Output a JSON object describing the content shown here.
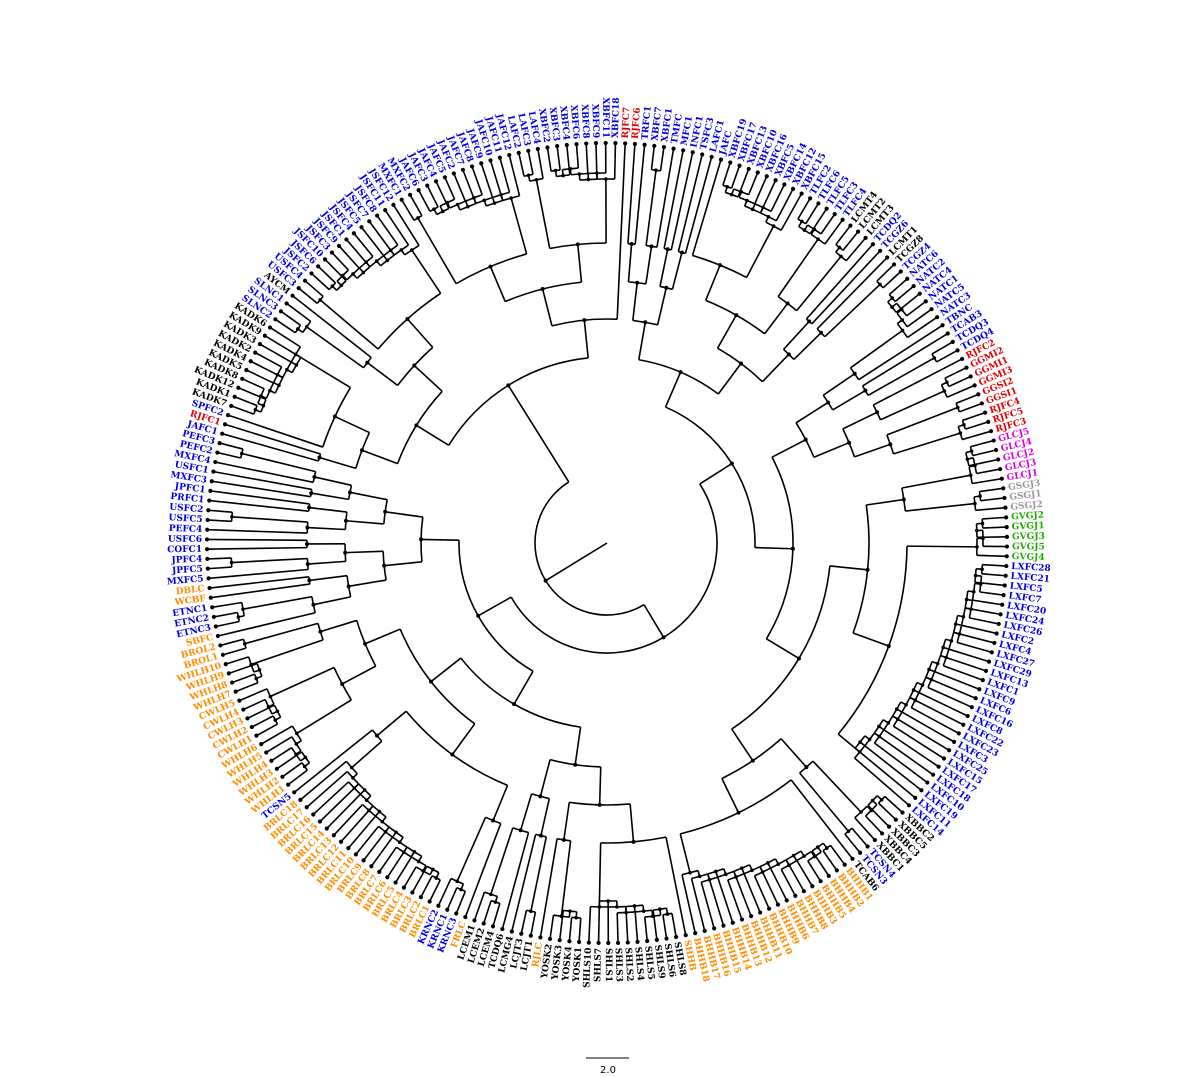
{
  "colors": {
    "black": "#000000",
    "blue": "#0000dd",
    "red": "#dd0000",
    "orange": "#ff8c00",
    "magenta": "#dd00dd",
    "gray": "#999999",
    "green": "#22aa00"
  },
  "scale_bar": {
    "label": "2.0"
  },
  "tips": [
    {
      "t": "RJFC6",
      "c": "red"
    },
    {
      "t": "TRFC1",
      "c": "blue"
    },
    {
      "t": "XBFC7",
      "c": "blue"
    },
    {
      "t": "XBFC1",
      "c": "blue"
    },
    {
      "t": "TMFC",
      "c": "blue"
    },
    {
      "t": "MFC1",
      "c": "blue"
    },
    {
      "t": "INFC1",
      "c": "blue"
    },
    {
      "t": "TSFC3",
      "c": "blue"
    },
    {
      "t": "LAFC1",
      "c": "blue"
    },
    {
      "t": "JAFC",
      "c": "blue"
    },
    {
      "t": "XBFC19",
      "c": "blue"
    },
    {
      "t": "XBFC17",
      "c": "blue"
    },
    {
      "t": "XBFC13",
      "c": "blue"
    },
    {
      "t": "XBFC10",
      "c": "blue"
    },
    {
      "t": "XBFC16",
      "c": "blue"
    },
    {
      "t": "XBFC5",
      "c": "blue"
    },
    {
      "t": "XBFC14",
      "c": "blue"
    },
    {
      "t": "XBFC12",
      "c": "blue"
    },
    {
      "t": "XBFC15",
      "c": "blue"
    },
    {
      "t": "TLFC2",
      "c": "blue"
    },
    {
      "t": "TLFC6",
      "c": "blue"
    },
    {
      "t": "TLFC5",
      "c": "blue"
    },
    {
      "t": "TLFC3",
      "c": "blue"
    },
    {
      "t": "TLFC4",
      "c": "blue"
    },
    {
      "t": "LCMT4",
      "c": "black"
    },
    {
      "t": "LCMT2",
      "c": "black"
    },
    {
      "t": "LCMT3",
      "c": "black"
    },
    {
      "t": "TCDQ2",
      "c": "blue"
    },
    {
      "t": "TCGZ6",
      "c": "blue"
    },
    {
      "t": "LCMT1",
      "c": "black"
    },
    {
      "t": "TCGZ8",
      "c": "black"
    },
    {
      "t": "TCGZ4",
      "c": "blue"
    },
    {
      "t": "NATC6",
      "c": "blue"
    },
    {
      "t": "NATC2",
      "c": "blue"
    },
    {
      "t": "NATC4",
      "c": "blue"
    },
    {
      "t": "NATC1",
      "c": "blue"
    },
    {
      "t": "NATC5",
      "c": "blue"
    },
    {
      "t": "NATC3",
      "c": "blue"
    },
    {
      "t": "TBNC",
      "c": "blue"
    },
    {
      "t": "TCAB3",
      "c": "blue"
    },
    {
      "t": "TCDQ3",
      "c": "blue"
    },
    {
      "t": "TCDQ4",
      "c": "blue"
    },
    {
      "t": "RJFC2",
      "c": "red"
    },
    {
      "t": "GGMI2",
      "c": "red"
    },
    {
      "t": "GGMI1",
      "c": "red"
    },
    {
      "t": "GGMI3",
      "c": "red"
    },
    {
      "t": "GGSI2",
      "c": "red"
    },
    {
      "t": "GGSI1",
      "c": "red"
    },
    {
      "t": "RJFC4",
      "c": "red"
    },
    {
      "t": "RJFC5",
      "c": "red"
    },
    {
      "t": "RJFC3",
      "c": "red"
    },
    {
      "t": "GLCJ5",
      "c": "magenta"
    },
    {
      "t": "GLCJ4",
      "c": "magenta"
    },
    {
      "t": "GLCJ2",
      "c": "magenta"
    },
    {
      "t": "GLCJ3",
      "c": "magenta"
    },
    {
      "t": "GLCJ1",
      "c": "magenta"
    },
    {
      "t": "GSGJ3",
      "c": "gray"
    },
    {
      "t": "GSGJ1",
      "c": "gray"
    },
    {
      "t": "GSGJ2",
      "c": "gray"
    },
    {
      "t": "GVGJ2",
      "c": "green"
    },
    {
      "t": "GVGJ1",
      "c": "green"
    },
    {
      "t": "GVGJ3",
      "c": "green"
    },
    {
      "t": "GVGJ5",
      "c": "green"
    },
    {
      "t": "GVGJ4",
      "c": "green"
    },
    {
      "t": "LXFC28",
      "c": "blue"
    },
    {
      "t": "LXFC21",
      "c": "blue"
    },
    {
      "t": "LXFC5",
      "c": "blue"
    },
    {
      "t": "LXFC7",
      "c": "blue"
    },
    {
      "t": "LXFC20",
      "c": "blue"
    },
    {
      "t": "LXFC24",
      "c": "blue"
    },
    {
      "t": "LXFC26",
      "c": "blue"
    },
    {
      "t": "LXFC2",
      "c": "blue"
    },
    {
      "t": "LXFC4",
      "c": "blue"
    },
    {
      "t": "LXFC27",
      "c": "blue"
    },
    {
      "t": "LXFC29",
      "c": "blue"
    },
    {
      "t": "LXFC13",
      "c": "blue"
    },
    {
      "t": "LXFC1",
      "c": "blue"
    },
    {
      "t": "LXFC9",
      "c": "blue"
    },
    {
      "t": "LXFC6",
      "c": "blue"
    },
    {
      "t": "LXFC16",
      "c": "blue"
    },
    {
      "t": "LXFC8",
      "c": "blue"
    },
    {
      "t": "LXFC22",
      "c": "blue"
    },
    {
      "t": "LXFC23",
      "c": "blue"
    },
    {
      "t": "LXFC3",
      "c": "blue"
    },
    {
      "t": "LXFC25",
      "c": "blue"
    },
    {
      "t": "LXFC15",
      "c": "blue"
    },
    {
      "t": "LXFC17",
      "c": "blue"
    },
    {
      "t": "LXFC18",
      "c": "blue"
    },
    {
      "t": "LXFC10",
      "c": "blue"
    },
    {
      "t": "LXFC19",
      "c": "blue"
    },
    {
      "t": "LXFC11",
      "c": "blue"
    },
    {
      "t": "LXFC14",
      "c": "blue"
    },
    {
      "t": "XBBC2",
      "c": "black"
    },
    {
      "t": "XBBC5",
      "c": "black"
    },
    {
      "t": "XBBC3",
      "c": "black"
    },
    {
      "t": "XBBC4",
      "c": "black"
    },
    {
      "t": "XBBC1",
      "c": "black"
    },
    {
      "t": "TCSN4",
      "c": "blue"
    },
    {
      "t": "TCSN3",
      "c": "blue"
    },
    {
      "t": "TCAB6",
      "c": "black"
    },
    {
      "t": "BHHB1",
      "c": "orange"
    },
    {
      "t": "BHHB2",
      "c": "orange"
    },
    {
      "t": "BHHB4",
      "c": "orange"
    },
    {
      "t": "BHHB5",
      "c": "orange"
    },
    {
      "t": "BHHB3",
      "c": "orange"
    },
    {
      "t": "BHHB8",
      "c": "orange"
    },
    {
      "t": "BHHB7",
      "c": "orange"
    },
    {
      "t": "BHHB6",
      "c": "orange"
    },
    {
      "t": "BHHB9",
      "c": "orange"
    },
    {
      "t": "BHHB10",
      "c": "orange"
    },
    {
      "t": "BHHB11",
      "c": "orange"
    },
    {
      "t": "BHHB12",
      "c": "orange"
    },
    {
      "t": "BHHB13",
      "c": "orange"
    },
    {
      "t": "BHHB14",
      "c": "orange"
    },
    {
      "t": "BHHB15",
      "c": "orange"
    },
    {
      "t": "BHHB16",
      "c": "orange"
    },
    {
      "t": "BHHB17",
      "c": "orange"
    },
    {
      "t": "BHHB18",
      "c": "orange"
    },
    {
      "t": "SHHB",
      "c": "orange"
    },
    {
      "t": "SHLS8",
      "c": "black"
    },
    {
      "t": "SHLS6",
      "c": "black"
    },
    {
      "t": "SHLS9",
      "c": "black"
    },
    {
      "t": "SHLS5",
      "c": "black"
    },
    {
      "t": "SHLS4",
      "c": "black"
    },
    {
      "t": "SHLS2",
      "c": "black"
    },
    {
      "t": "SHLS3",
      "c": "black"
    },
    {
      "t": "SHLS1",
      "c": "black"
    },
    {
      "t": "SHLS7",
      "c": "black"
    },
    {
      "t": "SHLS10",
      "c": "black"
    },
    {
      "t": "YOSK1",
      "c": "black"
    },
    {
      "t": "YOSK4",
      "c": "black"
    },
    {
      "t": "YOSK3",
      "c": "black"
    },
    {
      "t": "YOSK2",
      "c": "black"
    },
    {
      "t": "RJLC",
      "c": "orange"
    },
    {
      "t": "LCJT1",
      "c": "black"
    },
    {
      "t": "LCJT3",
      "c": "black"
    },
    {
      "t": "LCMG4",
      "c": "black"
    },
    {
      "t": "TCDQ6",
      "c": "black"
    },
    {
      "t": "LCEM4",
      "c": "black"
    },
    {
      "t": "LCEM2",
      "c": "black"
    },
    {
      "t": "LCEM1",
      "c": "black"
    },
    {
      "t": "FRLC",
      "c": "orange"
    },
    {
      "t": "KRNC3",
      "c": "blue"
    },
    {
      "t": "KRNC1",
      "c": "blue"
    },
    {
      "t": "KRNC2",
      "c": "blue"
    },
    {
      "t": "BRLC1",
      "c": "orange"
    },
    {
      "t": "BRLC2",
      "c": "orange"
    },
    {
      "t": "BRLC3",
      "c": "orange"
    },
    {
      "t": "BRLC4",
      "c": "orange"
    },
    {
      "t": "BRLC5",
      "c": "orange"
    },
    {
      "t": "BRLC6",
      "c": "orange"
    },
    {
      "t": "BRLC7",
      "c": "orange"
    },
    {
      "t": "BRLC8",
      "c": "orange"
    },
    {
      "t": "BRLC9",
      "c": "orange"
    },
    {
      "t": "BRLC10",
      "c": "orange"
    },
    {
      "t": "BRLC11",
      "c": "orange"
    },
    {
      "t": "BRLC12",
      "c": "orange"
    },
    {
      "t": "BRLC13",
      "c": "orange"
    },
    {
      "t": "BRLC14",
      "c": "orange"
    },
    {
      "t": "BRLC15",
      "c": "orange"
    },
    {
      "t": "BRLC16",
      "c": "orange"
    },
    {
      "t": "BRLC17",
      "c": "orange"
    },
    {
      "t": "BRLC18",
      "c": "orange"
    },
    {
      "t": "TCSN5",
      "c": "blue"
    },
    {
      "t": "WHLH1",
      "c": "orange"
    },
    {
      "t": "WHLH2",
      "c": "orange"
    },
    {
      "t": "WHLH3",
      "c": "orange"
    },
    {
      "t": "WHLH4",
      "c": "orange"
    },
    {
      "t": "WHLH5",
      "c": "orange"
    },
    {
      "t": "WHLH6",
      "c": "orange"
    },
    {
      "t": "CWLH1",
      "c": "orange"
    },
    {
      "t": "CWLH2",
      "c": "orange"
    },
    {
      "t": "CWLH3",
      "c": "orange"
    },
    {
      "t": "CWLH4",
      "c": "orange"
    },
    {
      "t": "CWLH5",
      "c": "orange"
    },
    {
      "t": "WHLH7",
      "c": "orange"
    },
    {
      "t": "WHLH8",
      "c": "orange"
    },
    {
      "t": "WHLH9",
      "c": "orange"
    },
    {
      "t": "WHLH10",
      "c": "orange"
    },
    {
      "t": "BROL1",
      "c": "orange"
    },
    {
      "t": "BROL2",
      "c": "orange"
    },
    {
      "t": "SBFC",
      "c": "orange"
    },
    {
      "t": "ETNC3",
      "c": "blue"
    },
    {
      "t": "ETNC2",
      "c": "blue"
    },
    {
      "t": "ETNC1",
      "c": "blue"
    },
    {
      "t": "WCBF",
      "c": "orange"
    },
    {
      "t": "DBLC",
      "c": "orange"
    },
    {
      "t": "MXFC5",
      "c": "blue"
    },
    {
      "t": "JPFC5",
      "c": "blue"
    },
    {
      "t": "JPFC4",
      "c": "blue"
    },
    {
      "t": "COFC1",
      "c": "blue"
    },
    {
      "t": "USFC6",
      "c": "blue"
    },
    {
      "t": "PEFC4",
      "c": "blue"
    },
    {
      "t": "USFC5",
      "c": "blue"
    },
    {
      "t": "USFC2",
      "c": "blue"
    },
    {
      "t": "PRFC1",
      "c": "blue"
    },
    {
      "t": "JPFC1",
      "c": "blue"
    },
    {
      "t": "MXFC3",
      "c": "blue"
    },
    {
      "t": "USFC1",
      "c": "blue"
    },
    {
      "t": "MXFC4",
      "c": "blue"
    },
    {
      "t": "PEFC2",
      "c": "blue"
    },
    {
      "t": "PEFC3",
      "c": "blue"
    },
    {
      "t": "JAFC1",
      "c": "blue"
    },
    {
      "t": "RJFC1",
      "c": "red"
    },
    {
      "t": "SPFC2",
      "c": "blue"
    },
    {
      "t": "KADK7",
      "c": "black"
    },
    {
      "t": "KADK1",
      "c": "black"
    },
    {
      "t": "KADK12",
      "c": "black"
    },
    {
      "t": "KADK8",
      "c": "black"
    },
    {
      "t": "KADK5",
      "c": "black"
    },
    {
      "t": "KADK4",
      "c": "black"
    },
    {
      "t": "KADK2",
      "c": "black"
    },
    {
      "t": "KADK3",
      "c": "black"
    },
    {
      "t": "KADK9",
      "c": "black"
    },
    {
      "t": "KADK6",
      "c": "black"
    },
    {
      "t": "SLNC2",
      "c": "blue"
    },
    {
      "t": "SLNC3",
      "c": "blue"
    },
    {
      "t": "SLNC1",
      "c": "blue"
    },
    {
      "t": "AYCM",
      "c": "black"
    },
    {
      "t": "USFC3",
      "c": "blue"
    },
    {
      "t": "USFC4",
      "c": "blue"
    },
    {
      "t": "JSFC2",
      "c": "blue"
    },
    {
      "t": "JSFC6",
      "c": "blue"
    },
    {
      "t": "JSFC10",
      "c": "blue"
    },
    {
      "t": "JSFC3",
      "c": "blue"
    },
    {
      "t": "JSFC9",
      "c": "blue"
    },
    {
      "t": "JSFC1",
      "c": "blue"
    },
    {
      "t": "JSFC4",
      "c": "blue"
    },
    {
      "t": "JSFC5",
      "c": "blue"
    },
    {
      "t": "JSFC7",
      "c": "blue"
    },
    {
      "t": "JSFC8",
      "c": "blue"
    },
    {
      "t": "JSFC11",
      "c": "blue"
    },
    {
      "t": "JSFC12",
      "c": "blue"
    },
    {
      "t": "MXFC1",
      "c": "blue"
    },
    {
      "t": "MXFC2",
      "c": "blue"
    },
    {
      "t": "JAFC6",
      "c": "blue"
    },
    {
      "t": "JAFC3",
      "c": "blue"
    },
    {
      "t": "JAFC4",
      "c": "blue"
    },
    {
      "t": "JAFC5",
      "c": "blue"
    },
    {
      "t": "JAFC2",
      "c": "blue"
    },
    {
      "t": "JAFC7",
      "c": "blue"
    },
    {
      "t": "JAFC8",
      "c": "blue"
    },
    {
      "t": "JAFC9",
      "c": "blue"
    },
    {
      "t": "JAFC10",
      "c": "blue"
    },
    {
      "t": "JAFC11",
      "c": "blue"
    },
    {
      "t": "JAFC12",
      "c": "blue"
    },
    {
      "t": "LAFC2",
      "c": "blue"
    },
    {
      "t": "LAFC3",
      "c": "blue"
    },
    {
      "t": "LAFC4",
      "c": "blue"
    },
    {
      "t": "XBFC2",
      "c": "blue"
    },
    {
      "t": "XBFC3",
      "c": "blue"
    },
    {
      "t": "XBFC4",
      "c": "blue"
    },
    {
      "t": "XBFC6",
      "c": "blue"
    },
    {
      "t": "XBFC8",
      "c": "blue"
    },
    {
      "t": "XBFC9",
      "c": "blue"
    },
    {
      "t": "XBFC11",
      "c": "blue"
    },
    {
      "t": "XBFC18",
      "c": "blue"
    },
    {
      "t": "RJFC7",
      "c": "red"
    }
  ]
}
